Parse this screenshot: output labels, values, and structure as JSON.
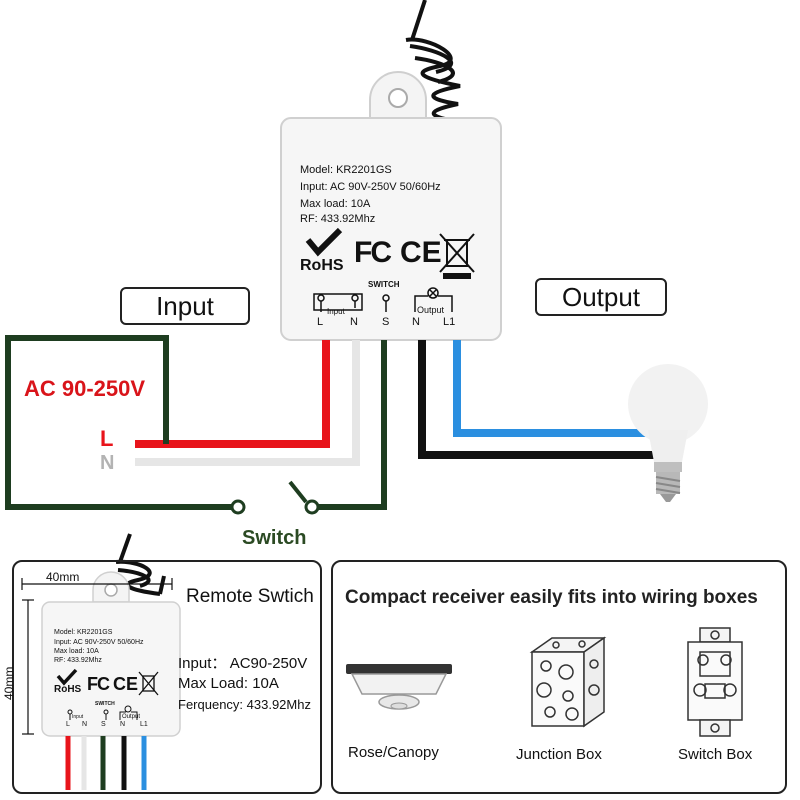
{
  "module": {
    "model": "Model: KR2201GS",
    "input": "Input: AC 90V-250V 50/60Hz",
    "max_load": "Max load: 10A",
    "rf": "RF: 433.92Mhz",
    "rohs": "RoHS",
    "fc": "FC",
    "ce": "CE",
    "switch_label": "SWITCH",
    "input_group": "Input",
    "output_group": "Output",
    "terminals": [
      "L",
      "N",
      "S",
      "N",
      "L1"
    ]
  },
  "labels": {
    "input": "Input",
    "output": "Output",
    "ac": "AC 90-250V",
    "L": "L",
    "N": "N",
    "switch": "Switch"
  },
  "remote": {
    "title": "Remote Swtich",
    "width_dim": "40mm",
    "height_dim": "40mm",
    "specs": [
      "Input： AC90-250V",
      "Max Load: 10A",
      "Ferquency: 433.92Mhz"
    ],
    "module": {
      "model": "Model: KR2201GS",
      "input": "Input: AC 90V-250V 50/60Hz",
      "max_load": "Max load: 10A",
      "rf": "RF: 433.92Mhz",
      "rohs": "RoHS",
      "fc": "FC",
      "ce": "CE",
      "switch_label": "SWITCH",
      "input_group": "Input",
      "output_group": "Output",
      "terminals": [
        "L",
        "N",
        "S",
        "N",
        "L1"
      ]
    }
  },
  "fit": {
    "title": "Compact receiver easily fits into wiring boxes",
    "items": [
      "Rose/Canopy",
      "Junction Box",
      "Switch Box"
    ]
  },
  "colors": {
    "live": "#e8141b",
    "neutral": "#e6e6e6",
    "switch_wire": "#1e3d20",
    "black": "#111111",
    "blue": "#2b8fe0",
    "ac_text": "#d9141a",
    "switch_text": "#2b4a23"
  }
}
